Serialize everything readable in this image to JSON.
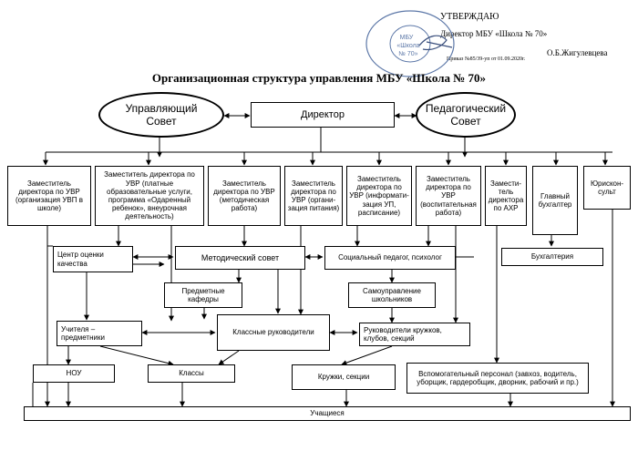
{
  "approval": {
    "heading": "УТВЕРЖДАЮ",
    "position": "Директор МБУ «Школа № 70»",
    "signatory": "О.Б.Жигулевцева",
    "order": "Приказ №85/39-уп от  01.09.2020г."
  },
  "title": "Организационная структура управления МБУ «Школа № 70»",
  "nodes": {
    "governing_council": "Управляющий\nСовет",
    "director": "Директор",
    "pedagogical_council": "Педагогический\nСовет",
    "deputy_uvp": "Заместитель директора по УВР (организация УВП в школе)",
    "deputy_paid": "Заместитель директора по УВР (платные образовательные услуги, программа «Одаренный ребенок», внеурочная деятельность)",
    "deputy_methodical": "Заместитель директора по УВР (методическая работа)",
    "deputy_catering": "Заместитель директора по УВР (органи-зация питания)",
    "deputy_informatization": "Заместитель директора по УВР (информати-зация УП, расписание)",
    "deputy_educational": "Заместитель директора по УВР (воспитательная работа)",
    "deputy_ahr": "Замести-тель директора по АХР",
    "chief_accountant": "Главный бухгалтер",
    "legal_adviser": "Юрискон-сульт",
    "quality_center": "Центр оценки качества",
    "methodical_council": "Методический совет",
    "social_teacher": "Социальный педагог, психолог",
    "accounting": "Бухгалтерия",
    "subject_departments": "Предметные кафедры",
    "self_government": "Самоуправление школьников",
    "subject_teachers": "Учителя – предметники",
    "class_teachers": "Классные руководители",
    "club_leaders": "Руководители кружков, клубов, секций",
    "nou": "НОУ",
    "classes": "Классы",
    "clubs": "Кружки, секции",
    "support_staff": "Вспомогательный персонал (завхоз, водитель, уборщик, гардеробщик, дворник, рабочий и пр.)",
    "students": "Учащиеся"
  },
  "stamp": {
    "color": "#5d78a8",
    "lines": [
      "МБУ",
      "«Школа",
      "№ 70»"
    ]
  }
}
